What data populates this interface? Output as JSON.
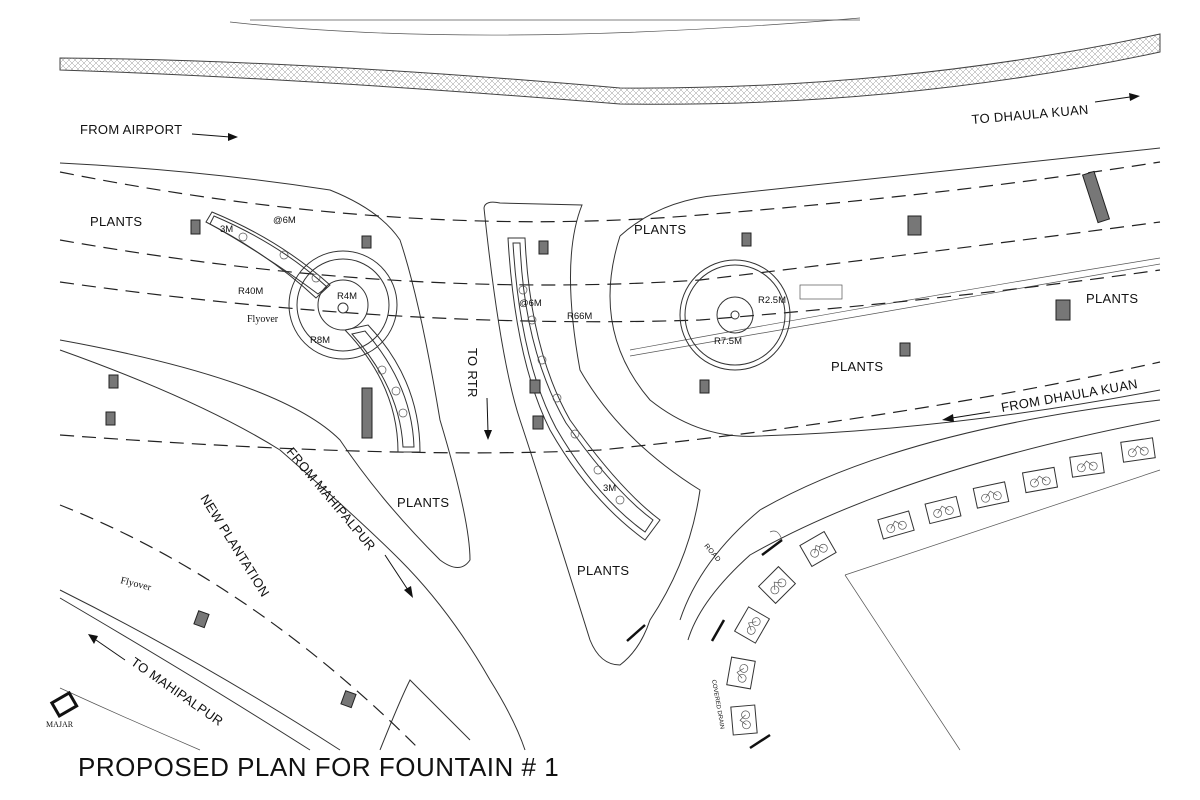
{
  "title": "PROPOSED PLAN FOR FOUNTAIN # 1",
  "labels": {
    "from_airport": "FROM AIRPORT",
    "to_dhaula_kuan": "TO DHAULA KUAN",
    "from_dhaula_kuan": "FROM DHAULA KUAN",
    "to_rtr": "TO RTR",
    "from_mahipalpur": "FROM MAHIPALPUR",
    "to_mahipalpur": "TO MAHIPALPUR",
    "new_plantation": "NEW PLANTATION",
    "plants": "PLANTS",
    "flyover": "Flyover",
    "majar": "MAJAR",
    "road": "ROAD",
    "covered_drain": "COVERED DRAIN"
  },
  "dimensions": {
    "r40m": "R40M",
    "r4m": "R4M",
    "r8m": "R8M",
    "three_m": "3M",
    "at_6m": "@6M",
    "r66m": "R66M",
    "r2_5m": "R2.5M",
    "r7_5m": "R7.5M"
  }
}
